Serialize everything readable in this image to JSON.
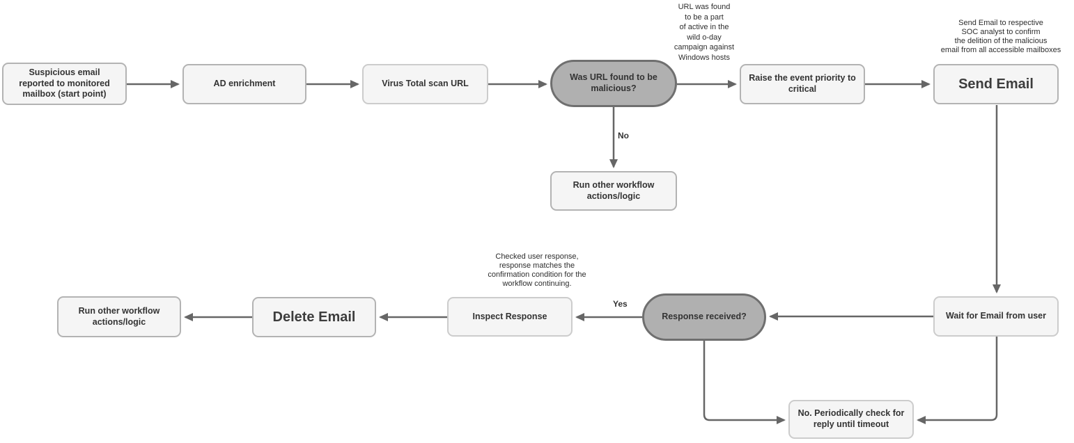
{
  "nodes": {
    "start": {
      "label": "Suspicious email\nreported to monitored\nmailbox (start point)"
    },
    "ad_enrichment": {
      "label": "AD enrichment"
    },
    "virus_total": {
      "label": "Virus Total scan URL"
    },
    "url_malicious_decision": {
      "label": "Was URL found to be\nmalicious?"
    },
    "raise_priority": {
      "label": "Raise the event priority to\ncritical"
    },
    "send_email": {
      "label": "Send Email"
    },
    "run_other_workflow_top": {
      "label": "Run other workflow\nactions/logic"
    },
    "wait_for_email": {
      "label": "Wait for Email from user"
    },
    "response_received_decision": {
      "label": "Response received?"
    },
    "inspect_response": {
      "label": "Inspect Response"
    },
    "delete_email": {
      "label": "Delete Email"
    },
    "run_other_workflow_bottom": {
      "label": "Run other workflow\nactions/logic"
    },
    "periodic_check": {
      "label": "No. Periodically check for\nreply until timeout"
    }
  },
  "edge_labels": {
    "no": "No",
    "yes": "Yes"
  },
  "annotations": {
    "zero_day_note": "URL was found\nto be a part\nof active in the\nwild o-day\ncampaign against\nWindows hosts",
    "send_email_note": "Send Email to respective\nSOC analyst to confirm\nthe delition of the malicious\nemail from all accessible mailboxes",
    "inspect_note": "Checked user response,\nresponse matches the\nconfirmation condition for the\nworkflow continuing."
  },
  "colors": {
    "process_fill": "#f5f5f5",
    "process_border": "#b3b3b3",
    "process_border_light": "#cccccc",
    "decision_fill": "#b0b0b0",
    "decision_border": "#6f6f6f",
    "arrow": "#666666",
    "text": "#333333"
  }
}
